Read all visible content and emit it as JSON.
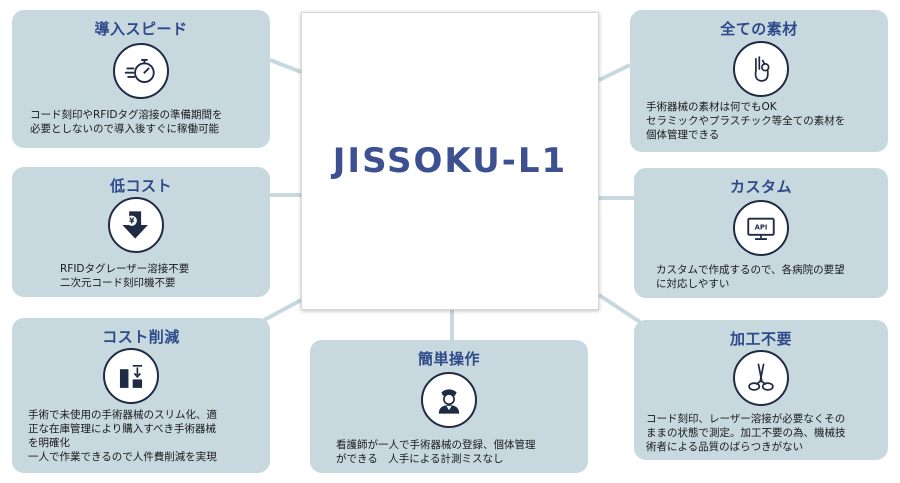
{
  "center": {
    "title": "JISSOKU-L1"
  },
  "colors": {
    "card_bg": "#c7d9df",
    "title": "#2e4a8a",
    "center_title": "#3d5090",
    "connector": "#c7d9df"
  },
  "cards": {
    "quick_intro": {
      "title": "導入スピード",
      "icon": "stopwatch-icon",
      "text": "コード刻印やRFIDタグ溶接の準備期間を\n必要としないので導入後すぐに稼働可能"
    },
    "low_cost": {
      "title": "低コスト",
      "icon": "price-down-arrow-icon",
      "text": "RFIDタグレーザー溶接不要\n二次元コード刻印機不要"
    },
    "cost_reduction": {
      "title": "コスト削減",
      "icon": "inventory-reduction-icon",
      "text": "手術で未使用の手術器械のスリム化、適\n正な在庫管理により購入すべき手術器械\nを明確化\n一人で作業できるので人件費削減を実現"
    },
    "simple_operation": {
      "title": "簡単操作",
      "icon": "nurse-icon",
      "text": "看護師が一人で手術器械の登録、個体管理\nができる　人手による計測ミスなし"
    },
    "all_materials": {
      "title": "全ての素材",
      "icon": "ok-hand-icon",
      "text": "手術器械の素材は何でもOK\nセラミックやプラスチック等全ての素材を\n個体管理できる"
    },
    "custom": {
      "title": "カスタム",
      "icon": "api-monitor-icon",
      "text": "カスタムで作成するので、各病院の要望\nに対応しやすい"
    },
    "no_processing": {
      "title": "加工不要",
      "icon": "surgical-scissors-icon",
      "text": "コード刻印、レーザー溶接が必要なくその\nままの状態で測定。加工不要の為、機械技\n術者による品質のばらつきがない"
    }
  }
}
